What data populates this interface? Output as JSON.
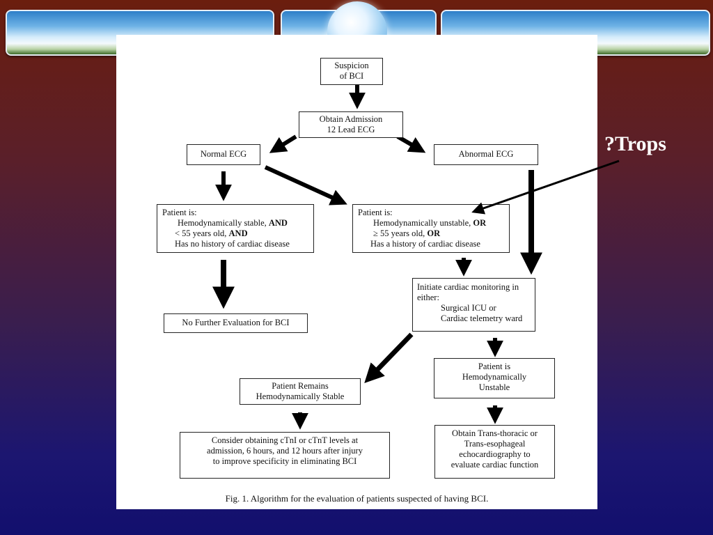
{
  "annotation": {
    "text": "?Trops"
  },
  "flowchart": {
    "suspicion": [
      "Suspicion",
      "of BCI"
    ],
    "admission": [
      "Obtain Admission",
      "12 Lead ECG"
    ],
    "normal_ecg": "Normal ECG",
    "abnormal_ecg": "Abnormal ECG",
    "stable_criteria": {
      "heading": "Patient is:",
      "line1": "Hemodynamically stable, ",
      "line1_bold": "AND",
      "line2": "< 55 years old, ",
      "line2_bold": "AND",
      "line3": "Has no history of cardiac disease"
    },
    "unstable_criteria": {
      "heading": "Patient is:",
      "line1": "Hemodynamically unstable, ",
      "line1_bold": "OR",
      "line2": "≥ 55 years old, ",
      "line2_bold": "OR",
      "line3": "Has a history of cardiac disease"
    },
    "no_further": "No Further Evaluation for BCI",
    "monitoring": {
      "line1": "Initiate cardiac monitoring in",
      "line2": "either:",
      "line3": "Surgical ICU or",
      "line4": "Cardiac telemetry ward"
    },
    "remains_stable": [
      "Patient Remains",
      "Hemodynamically Stable"
    ],
    "is_unstable": [
      "Patient is",
      "Hemodynamically",
      "Unstable"
    ],
    "troponin": [
      "Consider obtaining cTnI or cTnT levels at",
      "admission,  6 hours, and 12 hours after injury",
      "to improve specificity in eliminating BCI"
    ],
    "echo": [
      "Obtain Trans-thoracic or",
      "Trans-esophageal",
      "echocardiography to",
      "evaluate cardiac function"
    ]
  },
  "caption": "Fig. 1. Algorithm for the evaluation of patients suspected of having BCI."
}
